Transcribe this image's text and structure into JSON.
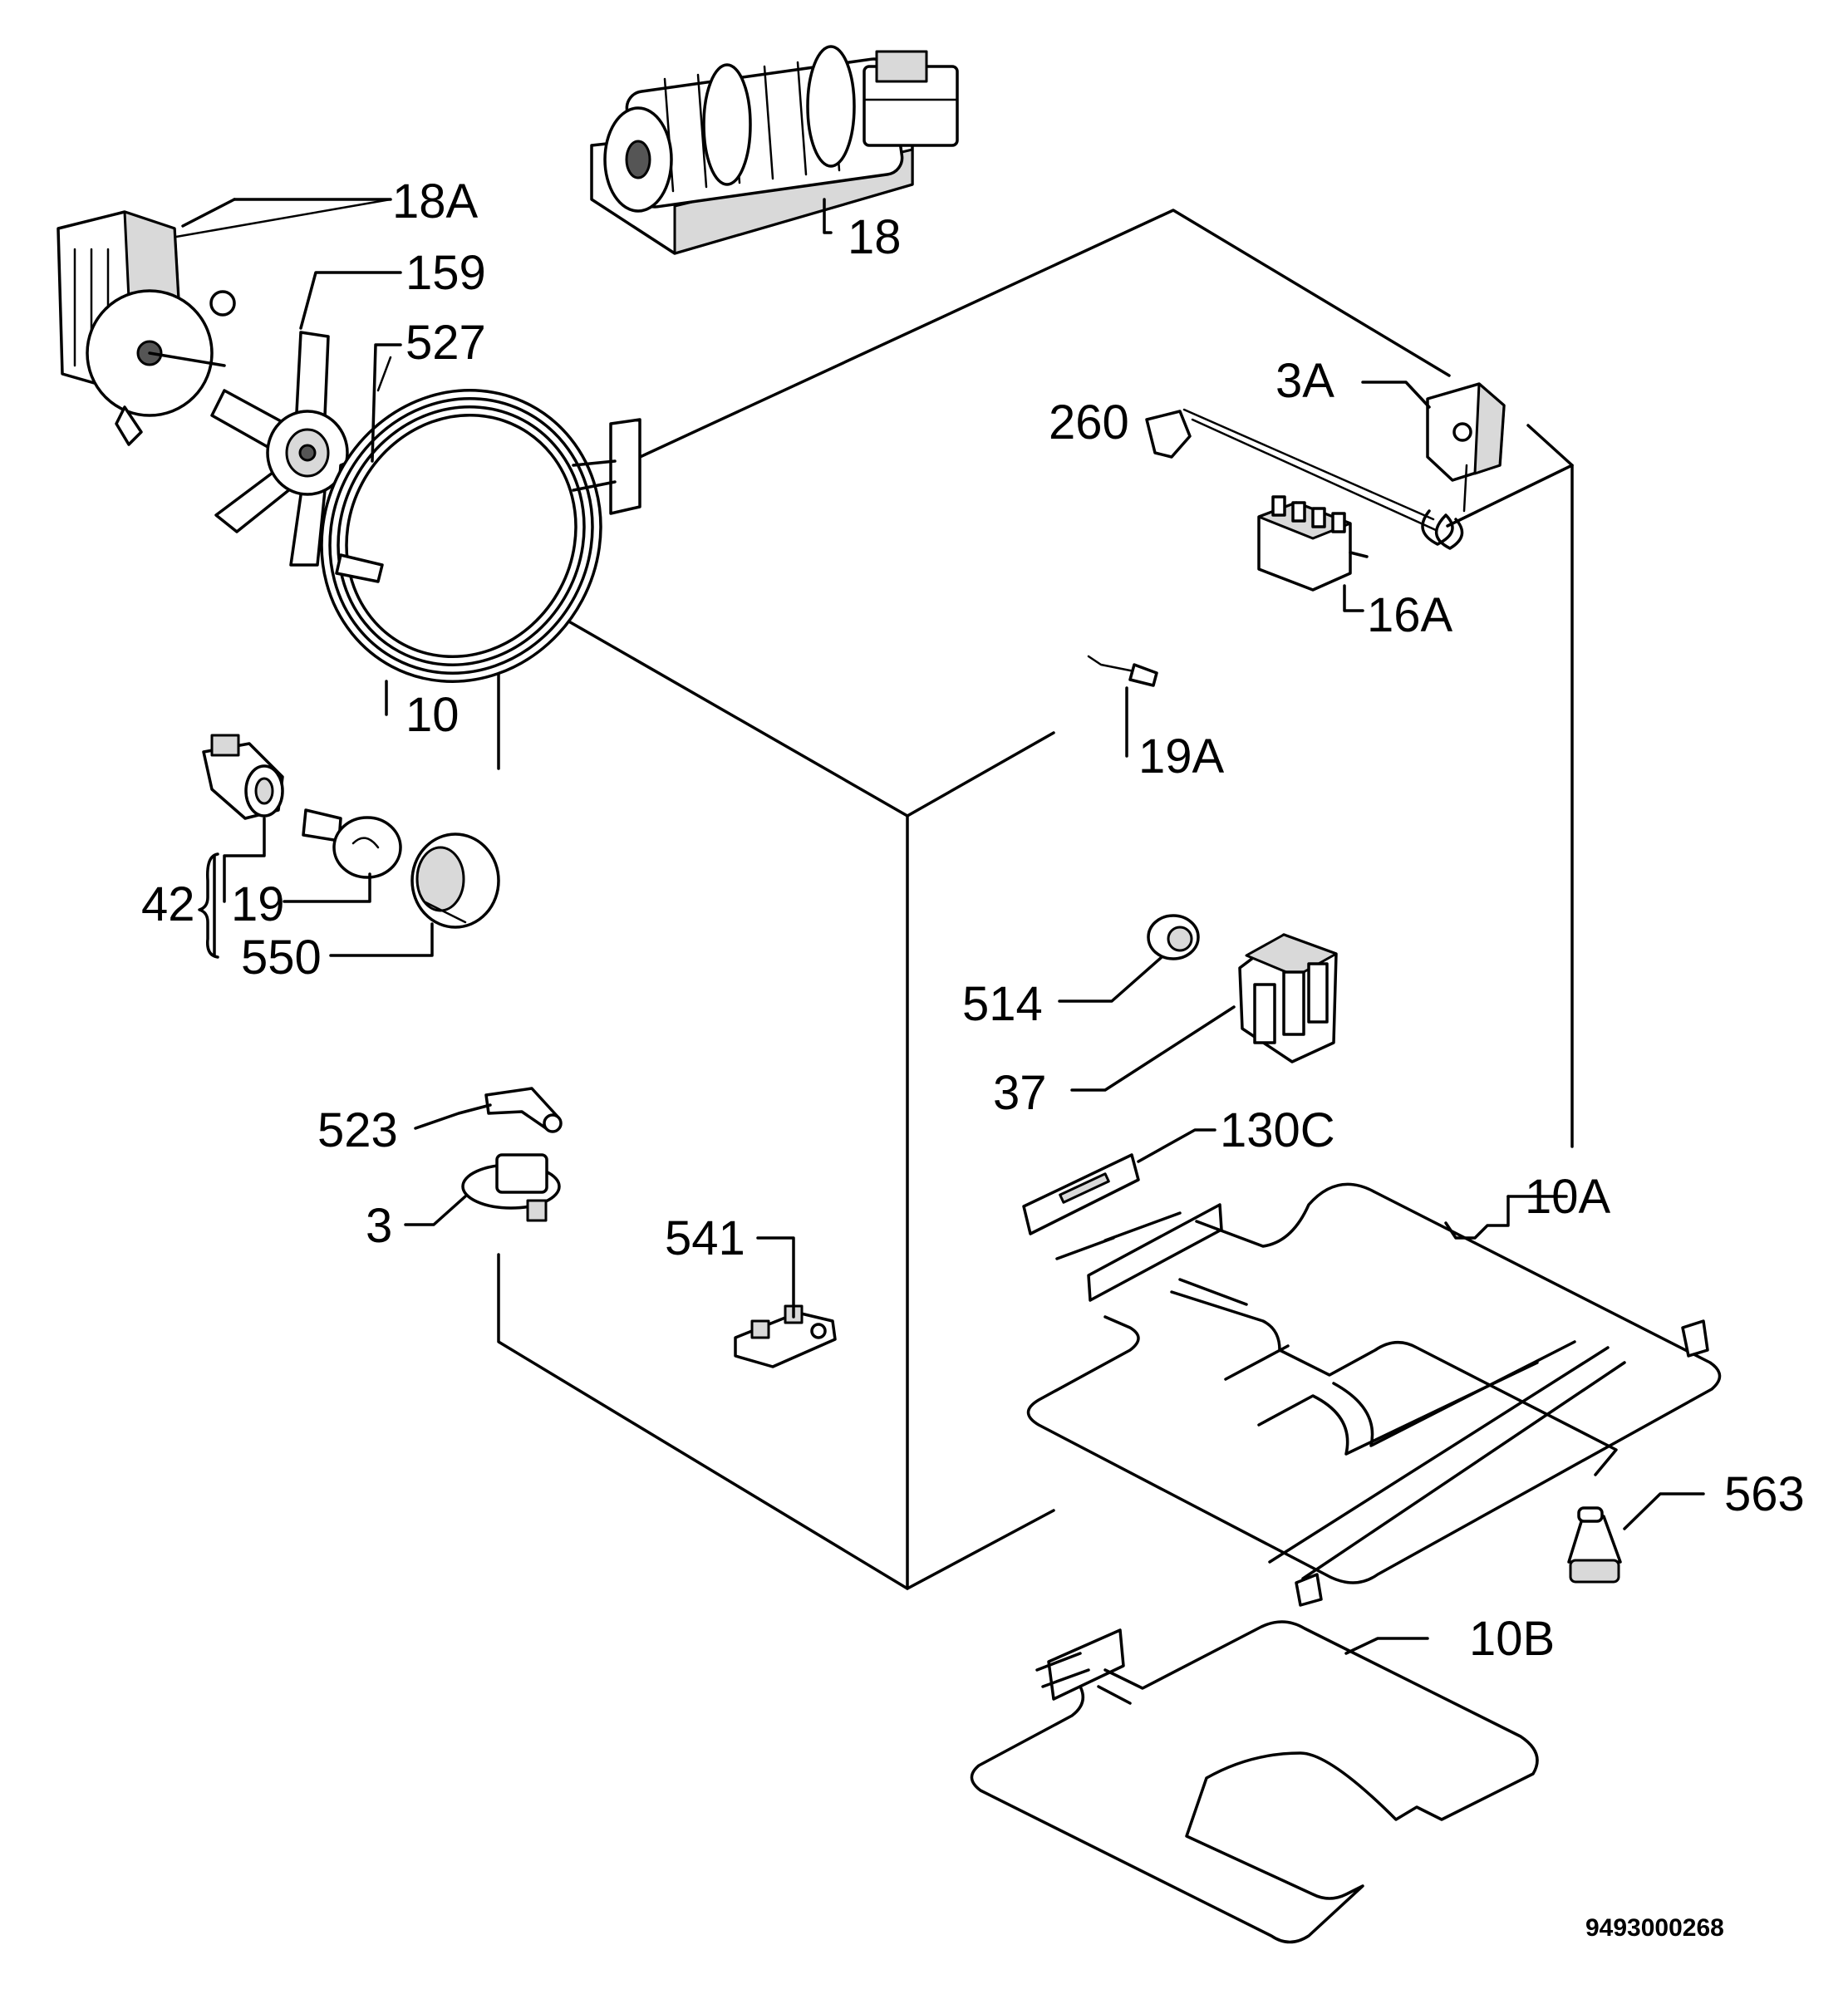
{
  "callouts": {
    "c18a": "18A",
    "c18": "18",
    "c159": "159",
    "c527": "527",
    "c260": "260",
    "c3a": "3A",
    "c16a": "16A",
    "c10": "10",
    "c19a": "19A",
    "c42": "42",
    "c19": "19",
    "c550": "550",
    "c514": "514",
    "c37": "37",
    "c523": "523",
    "c3": "3",
    "c130c": "130C",
    "c10a": "10A",
    "c541": "541",
    "c563": "563",
    "c10b": "10B"
  },
  "drawing_code": "9493000268"
}
